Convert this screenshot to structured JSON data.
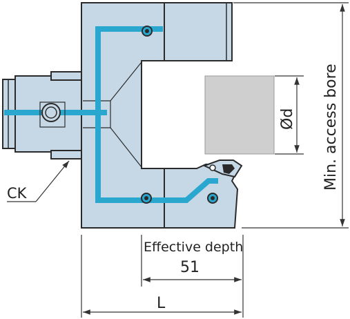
{
  "labels": {
    "ck": "CK",
    "diameter": "Ød",
    "min_access_bore": "Min. access bore",
    "effective_depth": "Effective depth",
    "effective_depth_value": "51",
    "length": "L"
  },
  "colors": {
    "body_fill": "#c6d8e6",
    "body_stroke": "#2a2a2a",
    "coolant_channel": "#2aa7cf",
    "workpiece": "#cfcfcf",
    "dimension_line": "#333333"
  }
}
